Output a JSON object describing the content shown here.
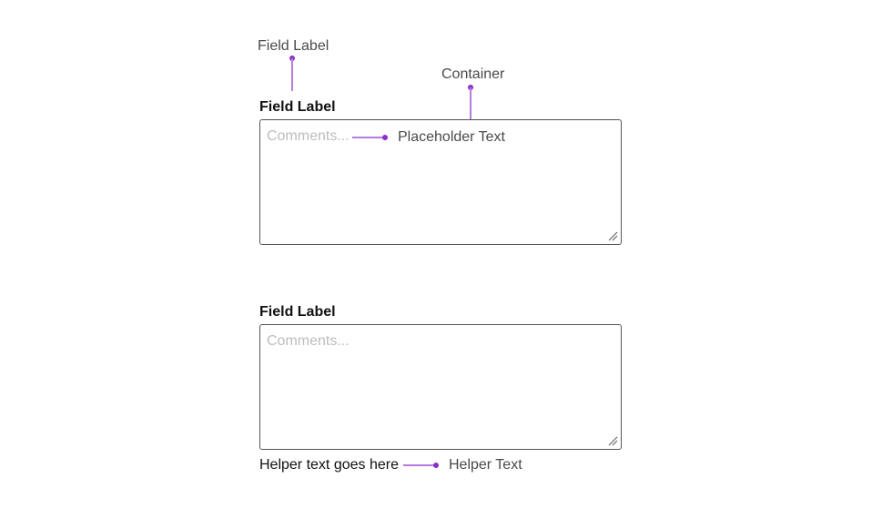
{
  "annotations": {
    "field_label": "Field Label",
    "container": "Container",
    "placeholder_text": "Placeholder Text",
    "helper_text": "Helper Text"
  },
  "example_one": {
    "label": "Field Label",
    "placeholder": "Comments..."
  },
  "example_two": {
    "label": "Field Label",
    "placeholder": "Comments...",
    "helper": "Helper text goes here"
  },
  "colors": {
    "annotation_line": "#b57be0",
    "annotation_dot": "#8a2fc9",
    "border": "#555555",
    "placeholder": "#bdbdbd"
  }
}
